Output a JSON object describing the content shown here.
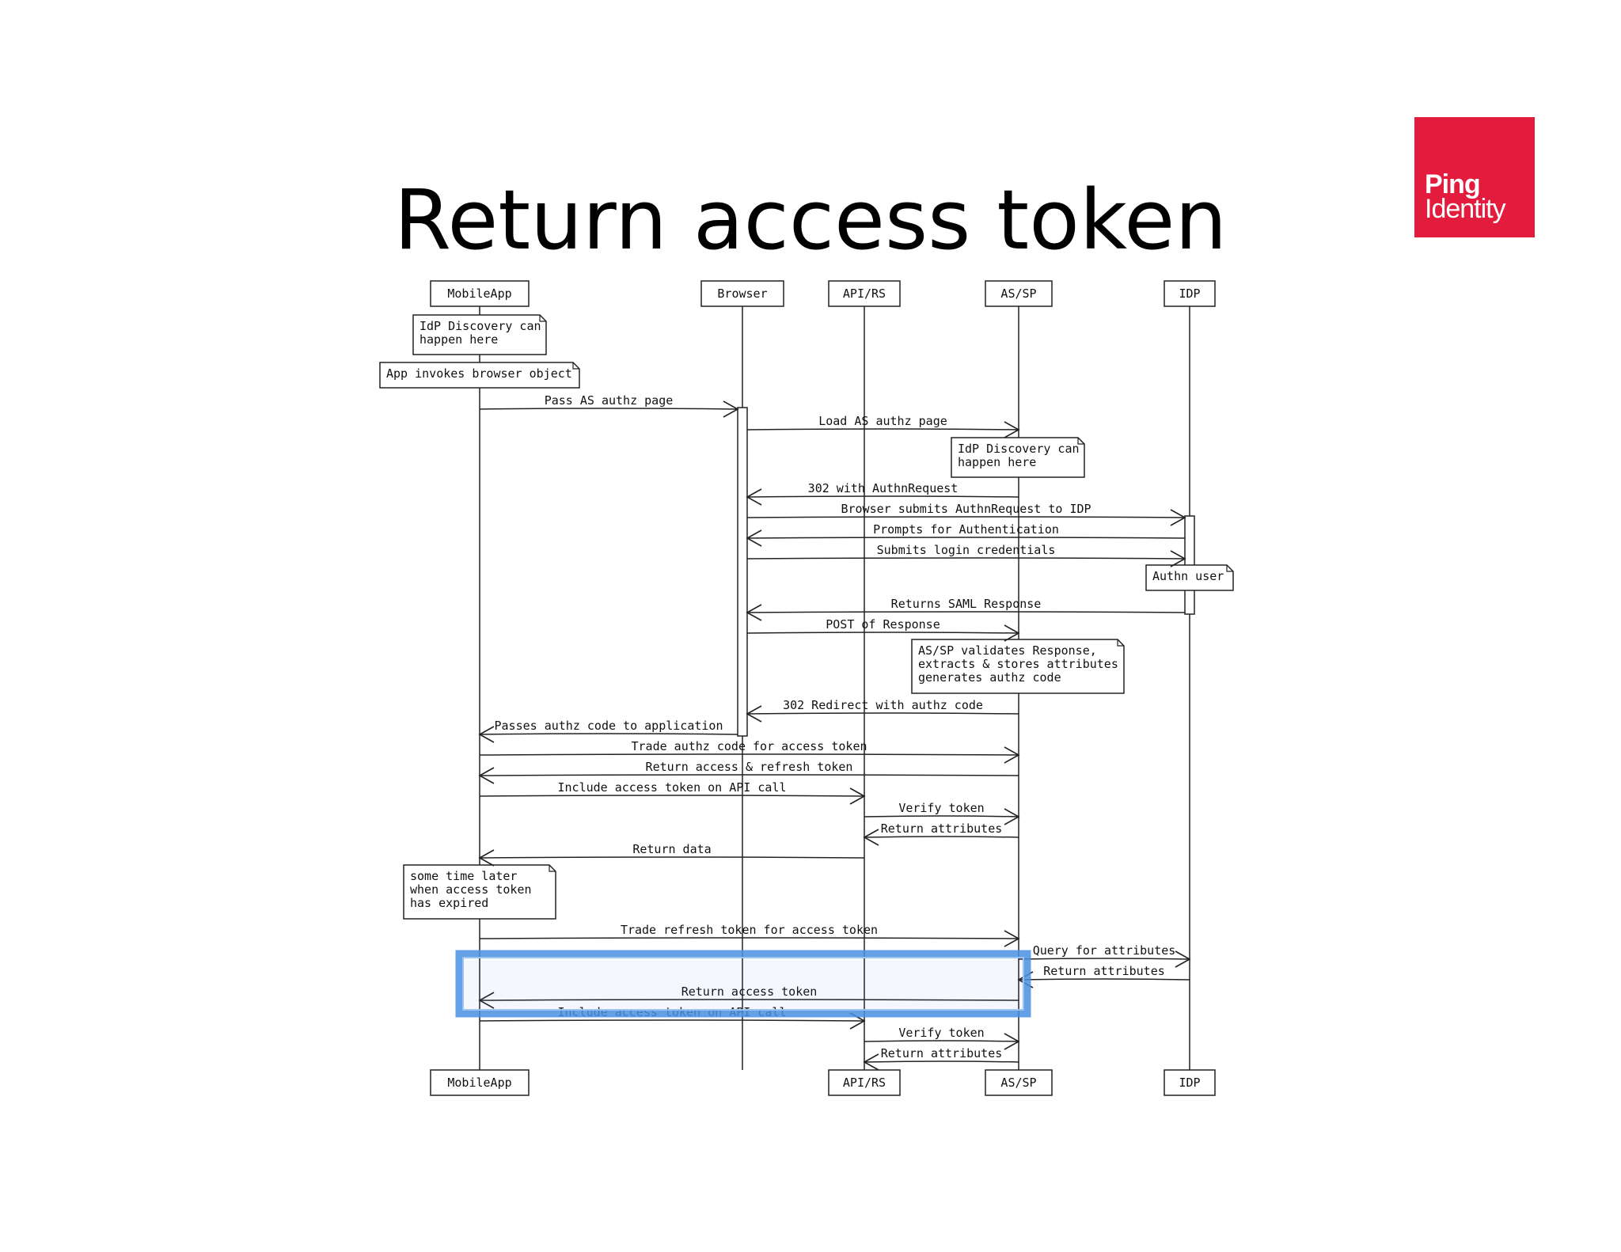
{
  "title": "Return access token",
  "logo": {
    "line1": "Ping",
    "line2": "Identity"
  },
  "colors": {
    "brand": "#e31b3c",
    "highlight": "#4a90e2"
  },
  "diagram": {
    "participants": [
      {
        "id": "m",
        "label": "MobileApp"
      },
      {
        "id": "b",
        "label": "Browser"
      },
      {
        "id": "r",
        "label": "API/RS"
      },
      {
        "id": "a",
        "label": "AS/SP"
      },
      {
        "id": "i",
        "label": "IDP"
      }
    ],
    "footer_participants": [
      "m",
      "r",
      "a",
      "i"
    ],
    "notes": [
      {
        "at": "m",
        "lines": [
          "IdP Discovery can",
          " happen here"
        ]
      },
      {
        "at": "m",
        "lines": [
          "App invokes browser object"
        ]
      },
      {
        "at": "a",
        "lines": [
          "IdP Discovery can",
          " happen here"
        ]
      },
      {
        "at": "i",
        "lines": [
          "Authn user"
        ]
      },
      {
        "at": "a",
        "lines": [
          "AS/SP validates Response,",
          " extracts & stores attributes",
          " generates authz code"
        ]
      },
      {
        "at": "m",
        "lines": [
          "some time later",
          " when access token",
          " has expired"
        ]
      }
    ],
    "messages": [
      {
        "from": "m",
        "to": "b",
        "label": "Pass AS authz page"
      },
      {
        "from": "b",
        "to": "a",
        "label": "Load AS authz page"
      },
      {
        "from": "a",
        "to": "b",
        "label": "302 with AuthnRequest"
      },
      {
        "from": "b",
        "to": "i",
        "label": "Browser submits AuthnRequest to IDP"
      },
      {
        "from": "i",
        "to": "b",
        "label": "Prompts for Authentication"
      },
      {
        "from": "b",
        "to": "i",
        "label": "Submits login credentials"
      },
      {
        "from": "i",
        "to": "b",
        "label": "Returns SAML Response"
      },
      {
        "from": "b",
        "to": "a",
        "label": "POST of Response"
      },
      {
        "from": "a",
        "to": "b",
        "label": "302 Redirect with authz code"
      },
      {
        "from": "b",
        "to": "m",
        "label": "Passes authz code to application"
      },
      {
        "from": "m",
        "to": "a",
        "label": "Trade authz code for access token"
      },
      {
        "from": "a",
        "to": "m",
        "label": "Return access & refresh token"
      },
      {
        "from": "m",
        "to": "r",
        "label": "Include access token on API call"
      },
      {
        "from": "r",
        "to": "a",
        "label": "Verify token"
      },
      {
        "from": "a",
        "to": "r",
        "label": "Return attributes"
      },
      {
        "from": "r",
        "to": "m",
        "label": "Return data"
      },
      {
        "from": "m",
        "to": "a",
        "label": "Trade refresh token for access token"
      },
      {
        "from": "a",
        "to": "i",
        "label": "Query for attributes"
      },
      {
        "from": "i",
        "to": "a",
        "label": "Return attributes"
      },
      {
        "from": "a",
        "to": "m",
        "label": "Return access token",
        "highlighted": true
      },
      {
        "from": "m",
        "to": "r",
        "label": "Include access token on API call"
      },
      {
        "from": "r",
        "to": "a",
        "label": "Verify token"
      },
      {
        "from": "a",
        "to": "r",
        "label": "Return attributes"
      }
    ]
  }
}
